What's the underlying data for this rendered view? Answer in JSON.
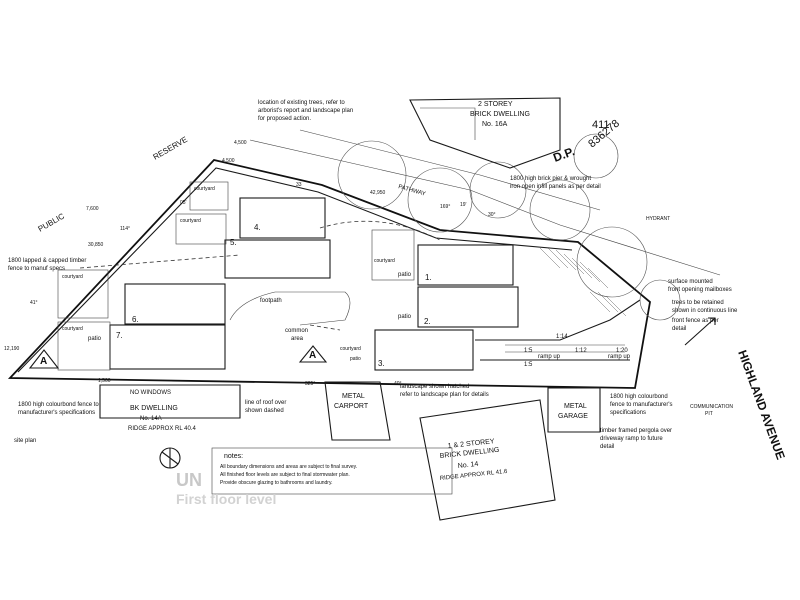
{
  "labels": {
    "public": "PUBLIC",
    "reserve": "RESERVE",
    "dp": "D.P.",
    "dp_number": "836278",
    "lot": "411",
    "highland": "HIGHLAND AVENUE",
    "pathway": "PATHWAY",
    "hydrant": "HYDRANT",
    "comm_pit_1": "COMMUNICATION",
    "comm_pit_2": "PIT",
    "site_plan": "site plan",
    "section_a": "A",
    "unit_1": "1.",
    "unit_2": "2.",
    "unit_3": "3.",
    "unit_4": "4.",
    "unit_5": "5.",
    "unit_6": "6.",
    "unit_7": "7.",
    "patio": "patio",
    "footpath": "footpath",
    "common_area_1": "common",
    "common_area_2": "area",
    "courtyard": "courtyard",
    "ramp_up": "ramp up"
  },
  "notes_top": {
    "line1": "location of existing trees, refer to",
    "line2": "arborist's report and landscape plan",
    "line3": "for proposed action."
  },
  "north_dwelling": {
    "line1": "2 STOREY",
    "line2": "BRICK DWELLING",
    "line3": "No. 16A"
  },
  "pier_note": {
    "line1": "1800 high brick pier & wrought",
    "line2": "iron open infill panels as per detail"
  },
  "right_notes": {
    "mailbox1": "surface mounted",
    "mailbox2": "front opening mailboxes",
    "trees1": "trees to be retained",
    "trees2": "shown in continuous line",
    "fence1": "front fence as per",
    "fence2": "detail"
  },
  "left_notes": {
    "timber1": "1800 lapped & capped timber",
    "timber2": "fence to manuf specs",
    "colourbond1": "1800 high colourbond fence to",
    "colourbond2": "manufacturer's specifications"
  },
  "bottom_notes": {
    "roof1": "line of roof over",
    "roof2": "shown dashed",
    "landscape1": "landscape shown hatched",
    "landscape2": "refer to landscape plan for details",
    "colourbond3": "1800 high colourbond",
    "colourbond4": "fence to manufacturer's",
    "colourbond5": "specifications",
    "pergola1": "timber framed pergola over",
    "pergola2": "driveway ramp to future",
    "pergola3": "detail",
    "metal_carport1": "METAL",
    "metal_carport2": "CARPORT",
    "metal_garage1": "METAL",
    "metal_garage2": "GARAGE"
  },
  "left_dwelling": {
    "windows": "NO WINDOWS",
    "name": "BK DWELLING",
    "number": "No. 14A",
    "ridge": "RIDGE APPROX  RL 40.4"
  },
  "south_dwelling": {
    "line1": "1 & 2 STOREY",
    "line2": "BRICK DWELLING",
    "line3": "No. 14",
    "ridge": "RIDGE APPROX  RL 41.6"
  },
  "notes_box": {
    "title": "notes:",
    "line1": "All boundary dimensions and areas are subject to final survey.",
    "line2": "All finished floor levels are subject to final stormwater plan.",
    "line3": "Provide obscure glazing to bathrooms and laundry."
  },
  "dimensions": {
    "d4500a": "4,500",
    "d4500b": "4,500",
    "d7600": "7,600",
    "d30850": "30,850",
    "d42950": "42,950",
    "d1500": "1,500",
    "d114": "114°",
    "d05": "05'",
    "d41": "41°",
    "d12": "12,190",
    "d169": "169°",
    "d19": "19'",
    "d30": "30°",
    "d325": "325°",
    "d40": "40°",
    "d33": "33",
    "ratio1": "1:5",
    "ratio2": "1:12",
    "ratio3": "1:20",
    "ratio4": "1:14",
    "ratio5": "1:5"
  },
  "faint": {
    "line1": "UN",
    "line2": "First floor level"
  }
}
